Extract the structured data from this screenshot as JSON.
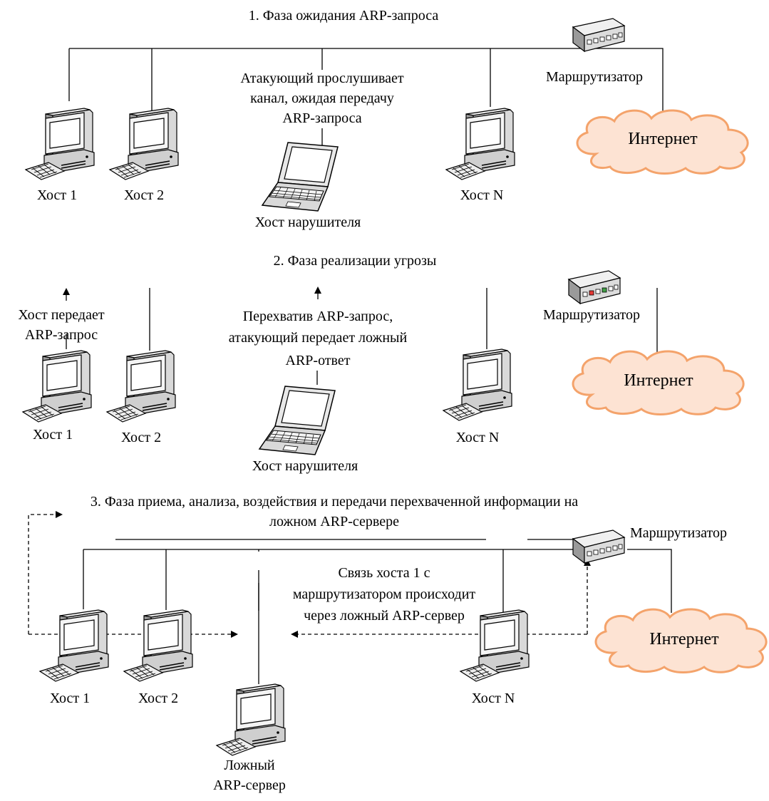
{
  "phase1": {
    "title": "1. Фаза ожидания ARP-запроса",
    "note": [
      "Атакующий прослушивает",
      "канал, ожидая передачу",
      "ARP-запроса"
    ],
    "host1": "Хост 1",
    "host2": "Хост 2",
    "hostN": "Хост N",
    "attacker": "Хост нарушителя",
    "router": "Маршрутизатор",
    "internet": "Интернет"
  },
  "phase2": {
    "title": "2. Фаза реализации угрозы",
    "host_note": [
      "Хост передает",
      "ARP-запрос"
    ],
    "attacker_note": [
      "Перехватив ARP-запрос,",
      "атакующий передает ложный",
      "ARP-ответ"
    ],
    "host1": "Хост 1",
    "host2": "Хост 2",
    "hostN": "Хост N",
    "attacker": "Хост нарушителя",
    "router": "Маршрутизатор",
    "internet": "Интернет"
  },
  "phase3": {
    "title": [
      "3. Фаза приема, анализа, воздействия и передачи перехваченной информации на",
      "ложном ARP-сервере"
    ],
    "note": [
      "Связь хоста 1 с",
      "маршрутизатором происходит",
      "через ложный ARP-сервер"
    ],
    "host1": "Хост 1",
    "host2": "Хост 2",
    "hostN": "Хост N",
    "fake_server": [
      "Ложный",
      "ARP-сервер"
    ],
    "router": "Маршрутизатор",
    "internet": "Интернет"
  },
  "colors": {
    "cloud_fill": "#fde3d3",
    "cloud_stroke": "#f4a36b",
    "line": "#000000"
  },
  "icons": [
    "desktop-computer-icon",
    "laptop-icon",
    "router-icon",
    "internet-cloud-icon"
  ]
}
